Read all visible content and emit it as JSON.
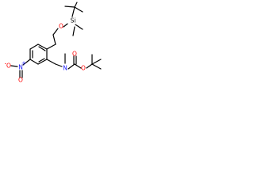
{
  "molecule": {
    "atoms": [
      {
        "id": "si",
        "label": "Si",
        "color": "#000000"
      },
      {
        "id": "o_ether",
        "label": "O",
        "color": "#ff0000"
      },
      {
        "id": "n_nitro",
        "label": "N",
        "color": "#1a1aff",
        "charge": "+"
      },
      {
        "id": "o_nitro_single",
        "label": "O",
        "color": "#ff0000",
        "charge": "-"
      },
      {
        "id": "o_nitro_double",
        "label": "O",
        "color": "#ff0000"
      },
      {
        "id": "n_amine",
        "label": "N",
        "color": "#1a1aff"
      },
      {
        "id": "o_carbamate_ester",
        "label": "O",
        "color": "#ff0000"
      },
      {
        "id": "o_carbamate_carbonyl",
        "label": "O",
        "color": "#ff0000"
      }
    ],
    "colors": {
      "bond": "#000000",
      "oxygen": "#ff0000",
      "nitrogen": "#1a1aff",
      "silicon": "#000000"
    }
  }
}
